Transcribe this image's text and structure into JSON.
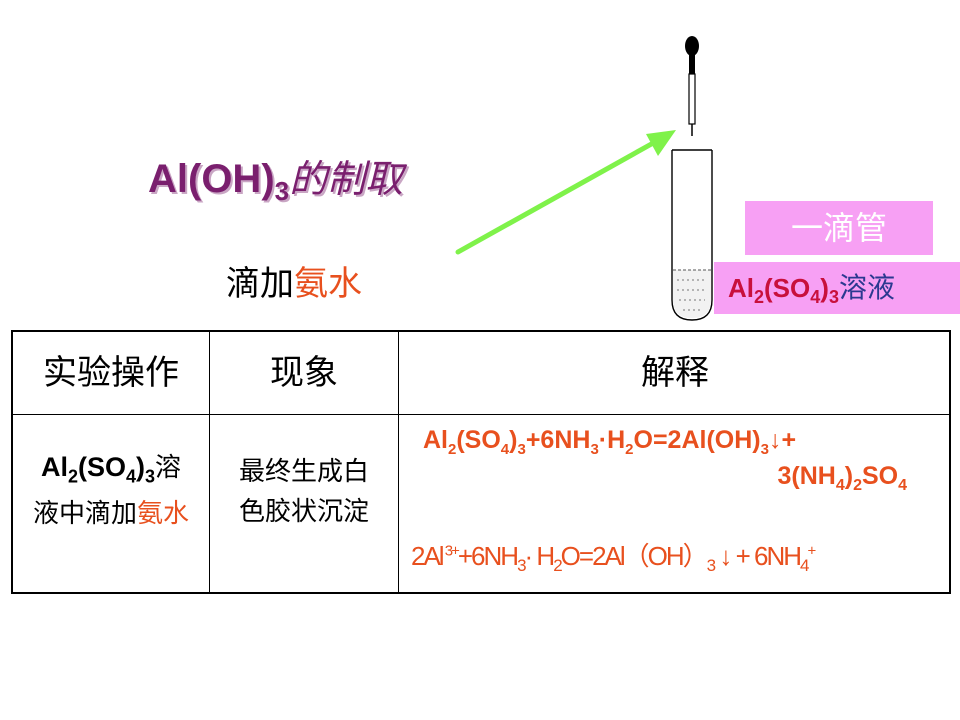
{
  "title": {
    "formula_main": "Al(OH)",
    "formula_sub": "3",
    "text": "的制取"
  },
  "instruction": {
    "prefix": "滴加",
    "highlight": "氨水"
  },
  "labels": {
    "dropper": "一滴管",
    "solution_formula_a": "Al",
    "solution_sub_a": "2",
    "solution_formula_b": "(SO",
    "solution_sub_b": "4",
    "solution_formula_c": ")",
    "solution_sub_c": "3",
    "solution_text": "溶液"
  },
  "colors": {
    "title": "#7a1f6e",
    "highlight": "#e8501e",
    "pink_box": "#f7a0f4",
    "arrow": "#7ff24a"
  },
  "table": {
    "headers": [
      "实验操作",
      "现象",
      "解释"
    ],
    "operation": {
      "f1": "Al",
      "s1": "2",
      "f2": "(SO",
      "s2": "4",
      "f3": ")",
      "s3": "3",
      "t1": "溶",
      "t2": "液中滴加",
      "hl": "氨水"
    },
    "phenomenon": {
      "line1": "最终生成白",
      "line2": "色胶状沉淀"
    },
    "explanation": {
      "eq1": {
        "a": "Al",
        "a_sub": "2",
        "b": "(SO",
        "b_sub": "4",
        "c": ")",
        "c_sub": "3",
        "d": "+6NH",
        "d_sub": "3",
        "e": "·H",
        "e_sub": "2",
        "f": "O=2Al(OH)",
        "f_sub": "3",
        "g": "↓+"
      },
      "eq2": {
        "a": "3(NH",
        "a_sub": "4",
        "b": ")",
        "b_sub": "2",
        "c": "SO",
        "c_sub": "4"
      },
      "eq3": {
        "a": "2Al",
        "a_sup": " 3+",
        "b": "+6NH",
        "b_sub": "3",
        "c": "·  H",
        "c_sub": "2",
        "d": "O=2Al（OH）",
        "d_sub": "3",
        "e": " ↓ +  6NH",
        "e_sub": "4",
        "e_sup": "+"
      }
    }
  }
}
